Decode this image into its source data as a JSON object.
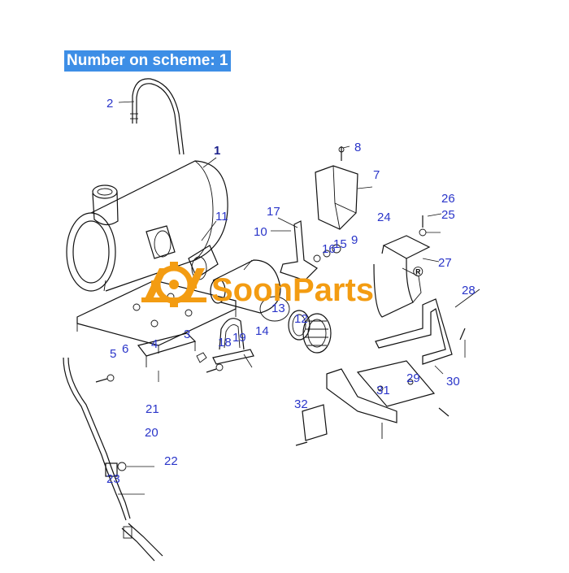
{
  "heading": "Number on scheme: 1",
  "watermark": {
    "brand": "SoonParts",
    "mark": "®",
    "color": "#f39c12"
  },
  "colors": {
    "label": "#2a35c9",
    "heading_bg": "#3d8ee6",
    "lines": "#111111"
  },
  "callouts": [
    "1",
    "2",
    "5",
    "6",
    "7",
    "8",
    "9",
    "10",
    "11",
    "12",
    "13",
    "14",
    "15",
    "16",
    "17",
    "18",
    "19",
    "20",
    "21",
    "22",
    "23",
    "24",
    "25",
    "26",
    "27",
    "28",
    "29",
    "30",
    "31",
    "32",
    "3",
    "4"
  ]
}
